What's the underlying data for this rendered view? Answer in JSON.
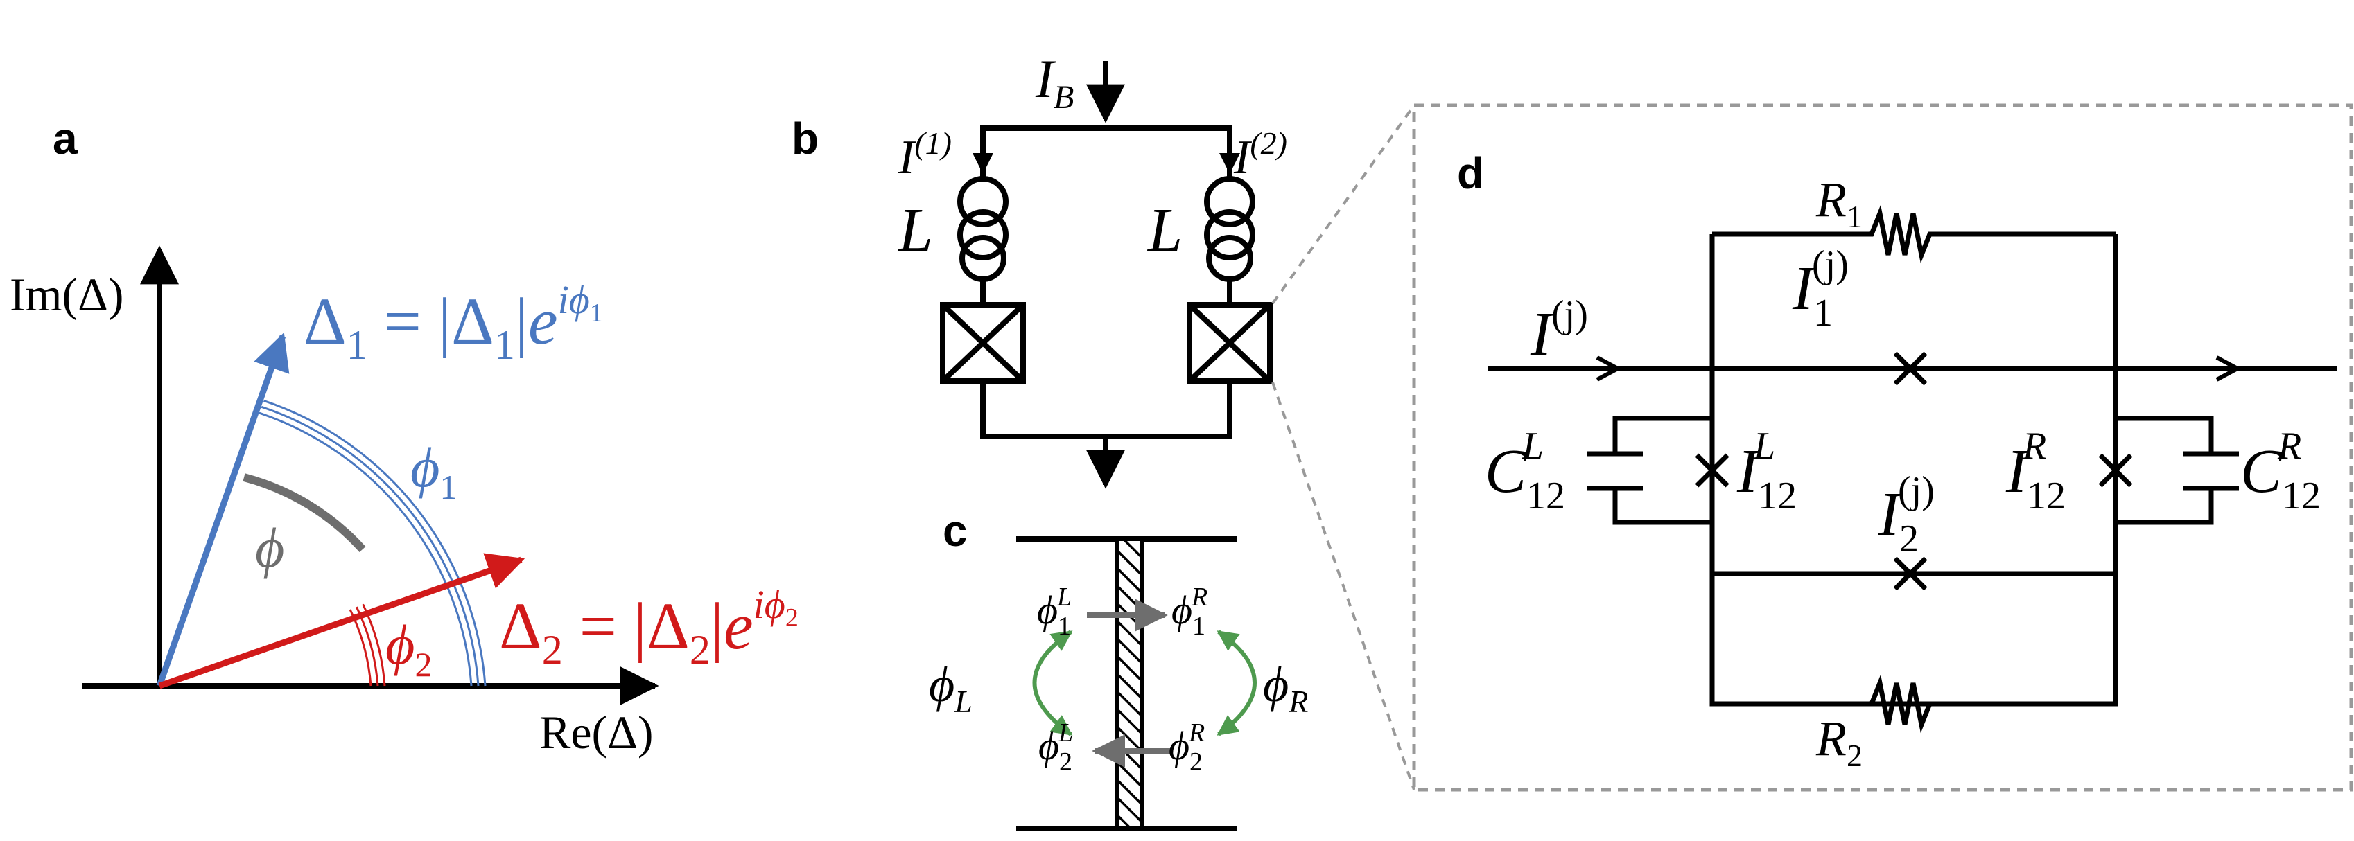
{
  "panels": {
    "a": {
      "letter": "a",
      "im_axis_label": "Im(Δ)",
      "re_axis_label": "Re(Δ)",
      "delta1": {
        "lhs": "Δ",
        "sub": "1",
        "eq": " = |",
        "abs": "Δ",
        "abs_sub": "1",
        "rhs": "|",
        "exp_base": "e",
        "exp_pre": "i",
        "exp_phi": "ϕ",
        "exp_sub": "1"
      },
      "delta2": {
        "lhs": "Δ",
        "sub": "2",
        "eq": " = |",
        "abs": "Δ",
        "abs_sub": "2",
        "rhs": "|",
        "exp_base": "e",
        "exp_pre": "i",
        "exp_phi": "ϕ",
        "exp_sub": "2"
      },
      "phi_label": "ϕ",
      "phi1_label": {
        "base": "ϕ",
        "sub": "1"
      },
      "phi2_label": {
        "base": "ϕ",
        "sub": "2"
      }
    },
    "b": {
      "letter": "b",
      "bias_current": {
        "base": "I",
        "sub": "B"
      },
      "branch1_current": {
        "base": "I",
        "sup": "(1)"
      },
      "branch2_current": {
        "base": "I",
        "sup": "(2)"
      },
      "inductor_left": "L",
      "inductor_right": "L"
    },
    "c": {
      "letter": "c",
      "phi1L": {
        "base": "ϕ",
        "sub": "1",
        "sup": "L"
      },
      "phi1R": {
        "base": "ϕ",
        "sub": "1",
        "sup": "R"
      },
      "phi2L": {
        "base": "ϕ",
        "sub": "2",
        "sup": "L"
      },
      "phi2R": {
        "base": "ϕ",
        "sub": "2",
        "sup": "R"
      },
      "phiL": {
        "base": "ϕ",
        "sub": "L"
      },
      "phiR": {
        "base": "ϕ",
        "sub": "R"
      }
    },
    "d": {
      "letter": "d",
      "R1": {
        "base": "R",
        "sub": "1"
      },
      "R2": {
        "base": "R",
        "sub": "2"
      },
      "Ij": {
        "base": "I",
        "sup": "(j)"
      },
      "I1j": {
        "base": "I",
        "sub": "1",
        "sup": "(j)"
      },
      "I2j": {
        "base": "I",
        "sub": "2",
        "sup": "(j)"
      },
      "C12L": {
        "base": "C",
        "sub": "12",
        "sup": "L"
      },
      "C12R": {
        "base": "C",
        "sub": "12",
        "sup": "R"
      },
      "I12L": {
        "base": "I",
        "sub": "12",
        "sup": "L"
      },
      "I12R": {
        "base": "I",
        "sub": "12",
        "sup": "R"
      }
    }
  },
  "colors": {
    "blue": "#4a78c0",
    "red": "#d11a1a",
    "gray": "#6e6e6e",
    "green": "#4e9a4e",
    "dash_gray": "#999999",
    "black": "#000000"
  }
}
